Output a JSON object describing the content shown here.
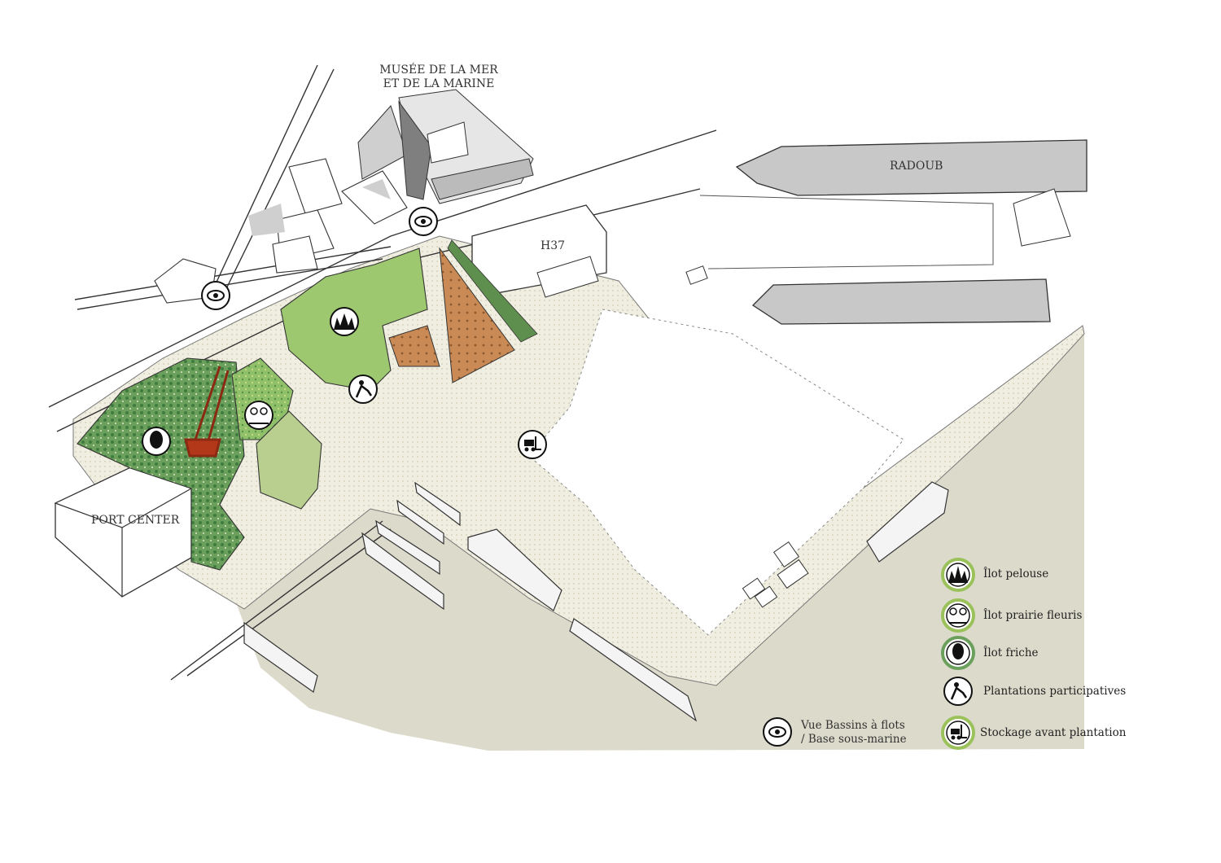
{
  "labels": {
    "museum_line1": "MUSÉE DE LA MER",
    "museum_line2": "ET DE LA MARINE",
    "radoub": "RADOUB",
    "h37": "H37",
    "port_center": "PORT CENTER"
  },
  "legend": {
    "items": [
      {
        "icon": "lawn-icon",
        "label": "Îlot pelouse"
      },
      {
        "icon": "flowers-icon",
        "label": "Îlot prairie fleuris"
      },
      {
        "icon": "tree-icon",
        "label": "Îlot friche"
      },
      {
        "icon": "gardener-icon",
        "label": "Plantations participatives"
      },
      {
        "icon": "forklift-icon",
        "label": "Stockage avant plantation"
      }
    ],
    "view_line1": "Vue Bassins à flots",
    "view_line2": "/ Base sous-marine"
  },
  "colors": {
    "water": "#dcdacb",
    "pavement": "#efeee0",
    "lawn": "#8fc06a",
    "meadow": "#a9cf7d",
    "wasteland": "#6aa05c",
    "soil": "#c98a55",
    "dock_gray": "#c8c8c8",
    "legend_ring": "#9bc25a"
  }
}
